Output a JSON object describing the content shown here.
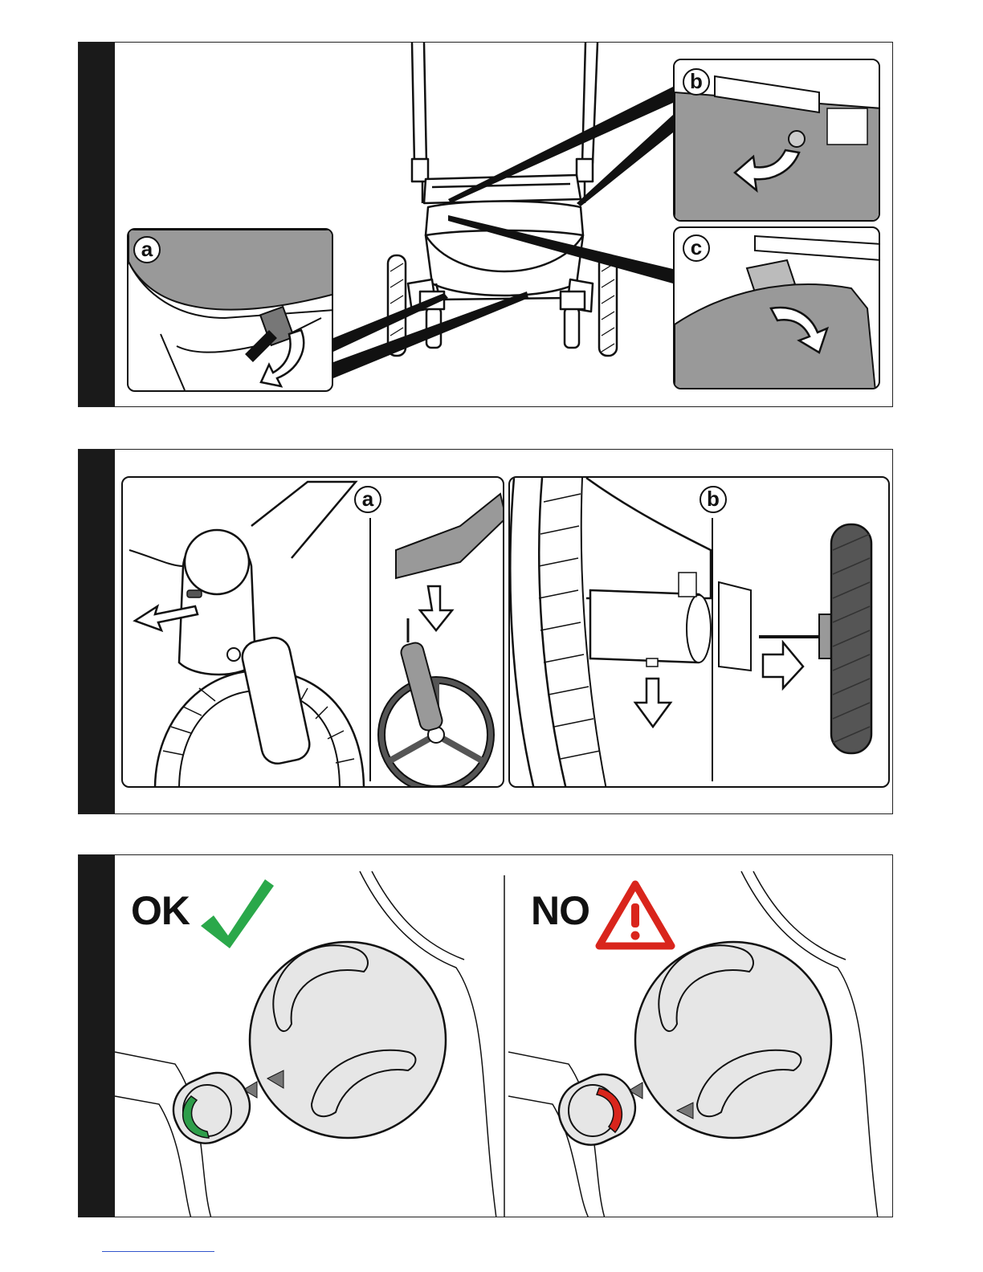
{
  "step1": {
    "labels": {
      "a": "a",
      "b": "b",
      "c": "c"
    }
  },
  "step2": {
    "labels": {
      "a": "a",
      "b": "b"
    }
  },
  "step3": {
    "ok_text": "OK",
    "no_text": "NO"
  },
  "colors": {
    "ink": "#111111",
    "sidebar": "#1a1a1a",
    "shade": "#999999",
    "light_shade": "#e6e6e6",
    "ok_check": "#2aa84a",
    "indicator_green": "#2e9e4a",
    "warning_red": "#d9251c"
  },
  "icons": [
    "checkmark-icon",
    "warning-triangle-icon",
    "arrow-icon"
  ]
}
